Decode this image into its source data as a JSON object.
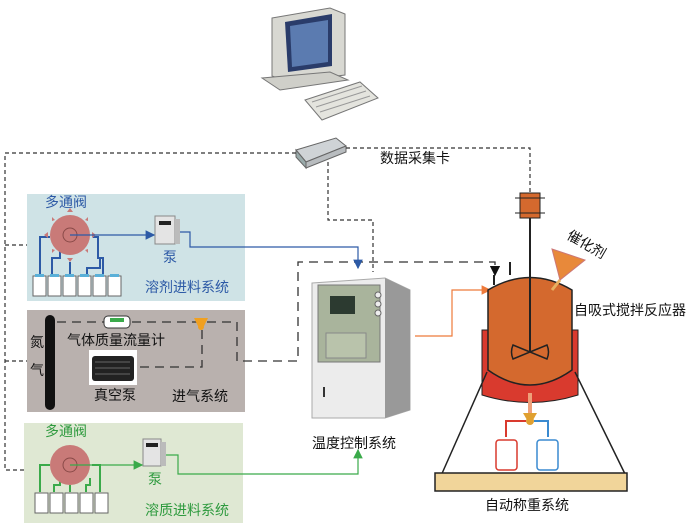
{
  "labels": {
    "daq_card": "数据采集卡",
    "solvent_valve": "多通阀",
    "solvent_pump": "泵",
    "solvent_system": "溶剂进料系统",
    "mass_flow_meter": "气体质量流量计",
    "nitrogen": "氮气",
    "vacuum_pump": "真空泵",
    "gas_system": "进气系统",
    "solute_valve": "多通阀",
    "solute_pump": "泵",
    "solute_system": "溶质进料系统",
    "temp_control": "温度控制系统",
    "catalyst": "催化剂",
    "reactor": "自吸式搅拌反应器",
    "weighing": "自动称重系统"
  },
  "colors": {
    "solvent_panel": "#cfe3e6",
    "gas_panel": "#b9b1ae",
    "solute_panel": "#dfe8d3",
    "solvent_line": "#2d5aa6",
    "solute_line": "#3aaa4a",
    "heat_line": "#ee7a3a",
    "reactor_body": "#d4692e",
    "jacket": "#d93a2e",
    "valve_body": "#c97a78"
  }
}
